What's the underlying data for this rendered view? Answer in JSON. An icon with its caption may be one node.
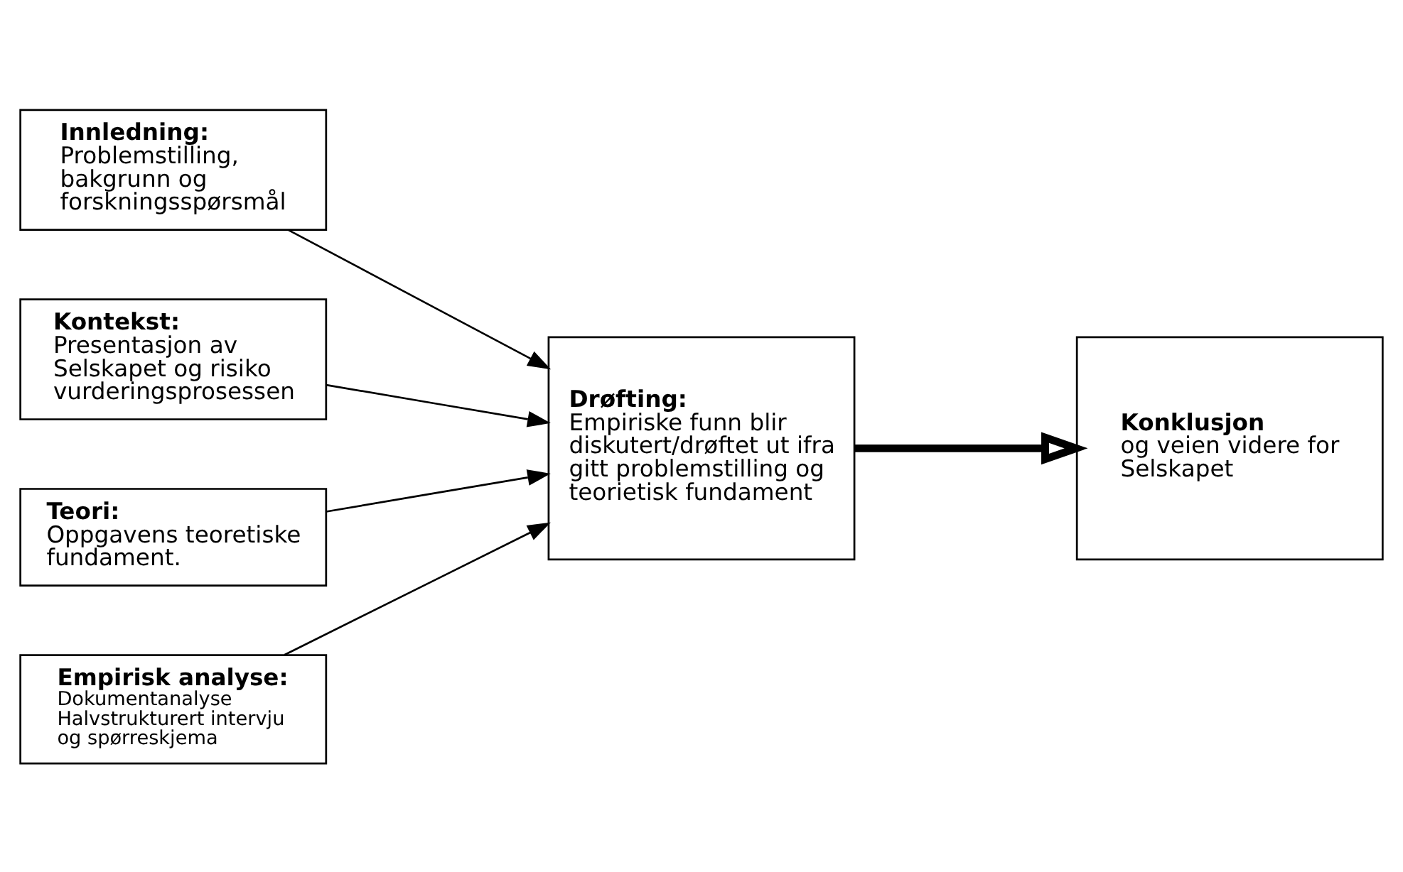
{
  "diagram": {
    "nodes": [
      {
        "text": [
          "Innledning:",
          "Problemstilling, bakgrunn og forskningsspørsmål"
        ]
      },
      {
        "text": [
          "Kontekst:",
          "Presentasjon av Selskapet og risiko vurderingsprosessen"
        ]
      },
      {
        "text": [
          "Teori:",
          "Oppgavens teoretiske fundament."
        ]
      },
      {
        "text": [
          "Empirisk analyse:",
          "Dokumentanalyse Halvstrukturert intervju og spørreskjema"
        ]
      },
      {
        "text": [
          "Drøfting:",
          "Empiriske funn blir diskutert/drøftet ut ifra gitt problemstilling og teorietisk fundament"
        ]
      },
      {
        "text": [
          "Konklusjon",
          "og veien videre for Selskapet"
        ]
      }
    ],
    "edges": [
      {
        "from": 0,
        "to": 4,
        "arrow": "to"
      },
      {
        "from": 1,
        "to": 4,
        "arrow": "to"
      },
      {
        "from": 2,
        "to": 4,
        "arrow": "to"
      },
      {
        "from": 3,
        "to": 4,
        "arrow": "to"
      },
      {
        "from": 4,
        "to": 5,
        "arrow": "to",
        "style": "thick"
      }
    ]
  }
}
